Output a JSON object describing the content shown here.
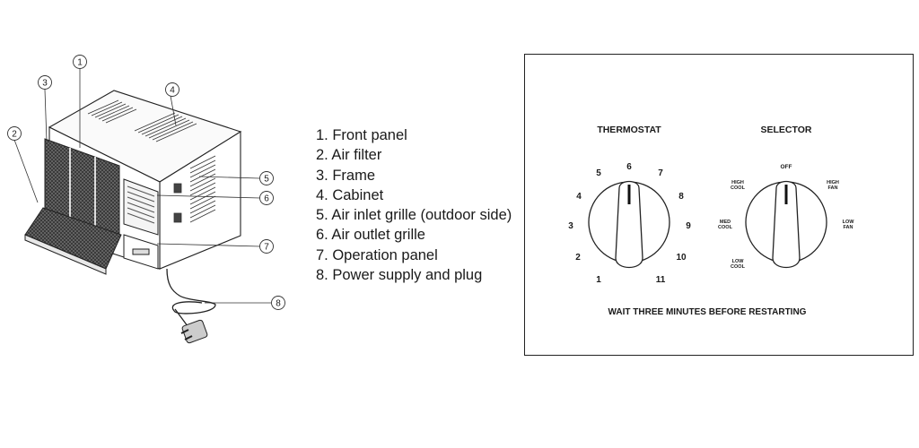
{
  "callouts": [
    "1",
    "2",
    "3",
    "4",
    "5",
    "6",
    "7",
    "8"
  ],
  "parts": [
    "1. Front panel",
    "2. Air filter",
    "3. Frame",
    "4. Cabinet",
    "5. Air inlet grille (outdoor side)",
    "6. Air outlet grille",
    "7. Operation panel",
    "8. Power supply and plug"
  ],
  "panel": {
    "thermostat": {
      "title": "THERMOSTAT",
      "numbers": [
        "1",
        "2",
        "3",
        "4",
        "5",
        "6",
        "7",
        "8",
        "9",
        "10",
        "11"
      ]
    },
    "selector": {
      "title": "SELECTOR",
      "off": "OFF",
      "high_cool": [
        "HIGH",
        "COOL"
      ],
      "med_cool": [
        "MED",
        "COOL"
      ],
      "low_cool": [
        "LOW",
        "COOL"
      ],
      "high_fan": [
        "HIGH",
        "FAN"
      ],
      "low_fan": [
        "LOW",
        "FAN"
      ]
    },
    "warning": "WAIT THREE MINUTES BEFORE RESTARTING"
  }
}
